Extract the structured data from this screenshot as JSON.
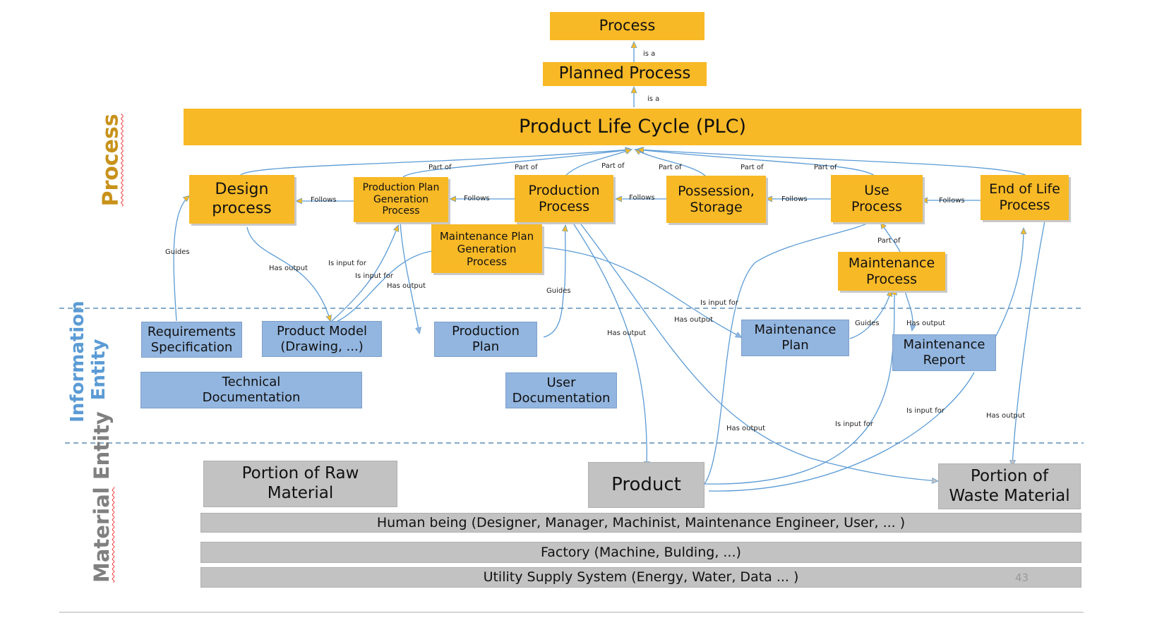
{
  "sections": {
    "process": "Process",
    "information": "Information\nEntity",
    "material_a": "Material",
    "material_b": " Entity"
  },
  "nodes": {
    "process_top": "Process",
    "planned_process": "Planned Process",
    "plc": "Product Life Cycle (PLC)",
    "design": "Design\nprocess",
    "ppg": "Production Plan\nGeneration\nProcess",
    "production": "Production\nProcess",
    "possession": "Possession,\nStorage",
    "use": "Use\nProcess",
    "eol": "End of Life\nProcess",
    "mpg": "Maintenance Plan\nGeneration\nProcess",
    "maintenance_process": "Maintenance\nProcess",
    "requirements": "Requirements\nSpecification",
    "product_model": "Product Model\n(Drawing, ...)",
    "production_plan": "Production\nPlan",
    "maintenance_plan": "Maintenance\nPlan",
    "maintenance_report": "Maintenance\nReport",
    "tech_doc": "Technical\nDocumentation",
    "user_doc": "User\nDocumentation",
    "raw_material": "Portion of Raw\nMaterial",
    "product": "Product",
    "waste": "Portion of\nWaste Material",
    "human": "Human being (Designer, Manager, Machinist, Maintenance Engineer, User, ...   )",
    "factory": "Factory (Machine, Bulding, ...)",
    "utility": "Utility Supply System (Energy, Water, Data ...    )"
  },
  "edge_labels": {
    "is_a": "is a",
    "part_of": "Part of",
    "follows": "Follows",
    "guides": "Guides",
    "has_output": "Has output",
    "is_input_for": "Is input for"
  },
  "page_number": "43",
  "colors": {
    "process_fill": "#F8B926",
    "information_fill": "#93B6E0",
    "material_fill": "#C2C2C2",
    "connector": "#5B9BD5",
    "process_label": "#C8921A",
    "information_label": "#5B9BD5",
    "material_label": "#808080"
  }
}
